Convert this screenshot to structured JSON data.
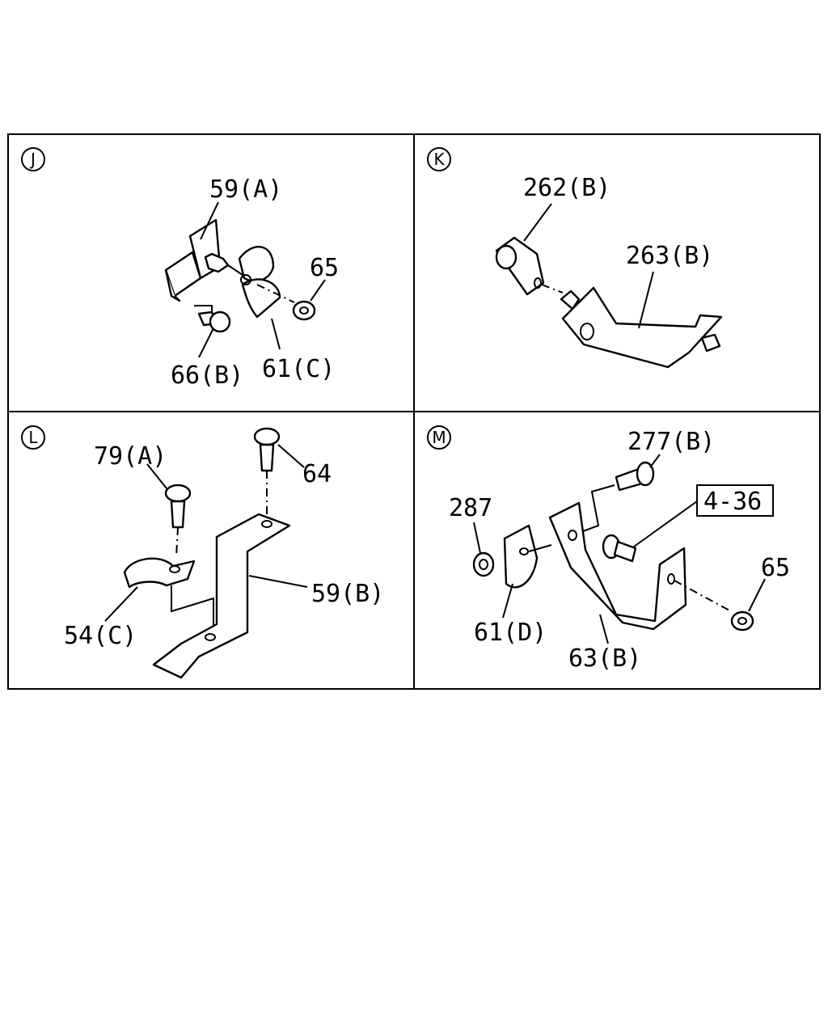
{
  "panels": [
    {
      "id": "J",
      "labels": [
        "59(A)",
        "65",
        "66(B)",
        "61(C)"
      ]
    },
    {
      "id": "K",
      "labels": [
        "262(B)",
        "263(B)"
      ]
    },
    {
      "id": "L",
      "labels": [
        "79(A)",
        "64",
        "59(B)",
        "54(C)"
      ]
    },
    {
      "id": "M",
      "labels": [
        "277(B)",
        "287",
        "4-36",
        "65",
        "61(D)",
        "63(B)"
      ]
    }
  ]
}
